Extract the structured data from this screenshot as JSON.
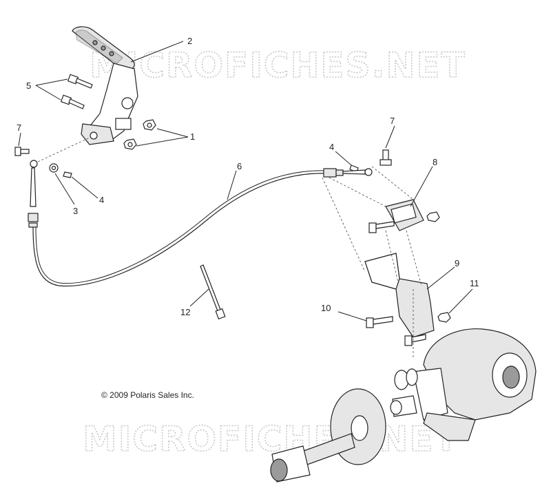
{
  "watermark": "MICROFICHES.NET",
  "copyright": "© 2009 Polaris Sales Inc.",
  "callouts": {
    "c1": "1",
    "c2": "2",
    "c3": "3",
    "c4a": "4",
    "c4b": "4",
    "c5": "5",
    "c6": "6",
    "c7a": "7",
    "c7b": "7",
    "c8": "8",
    "c9": "9",
    "c10": "10",
    "c11": "11",
    "c12": "12"
  }
}
